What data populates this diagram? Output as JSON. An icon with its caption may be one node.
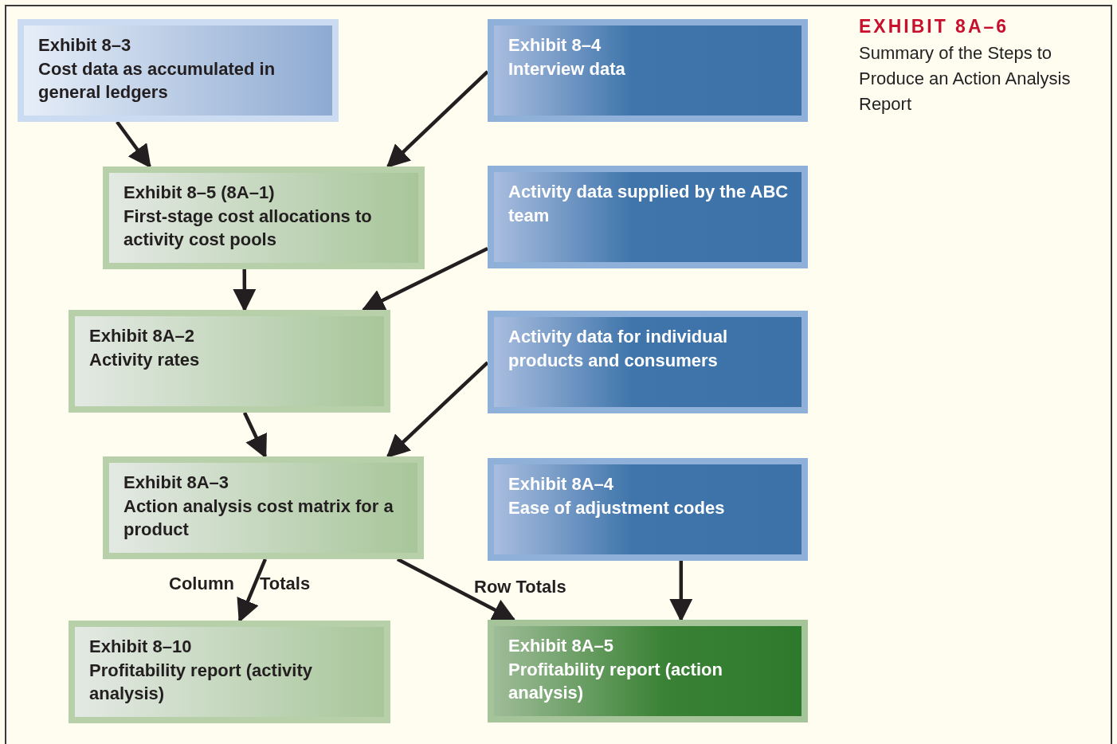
{
  "diagram": {
    "title": "EXHIBIT 8A–6",
    "caption": "Summary of the Steps to Produce an Action Analysis Report",
    "nodes": [
      {
        "text": [
          "Exhibit 8–3",
          "Cost data as accumulated in general ledgers"
        ]
      },
      {
        "text": [
          "Exhibit 8–4",
          "Interview data"
        ]
      },
      {
        "text": [
          "Exhibit 8–5 (8A–1)",
          "First-stage cost allocations to activity cost pools"
        ]
      },
      {
        "text": [
          "Activity data supplied by the ABC team"
        ]
      },
      {
        "text": [
          "Exhibit 8A–2",
          "Activity rates"
        ]
      },
      {
        "text": [
          "Activity data for individual products and consumers"
        ]
      },
      {
        "text": [
          "Exhibit 8A–3",
          "Action analysis cost matrix for a product"
        ]
      },
      {
        "text": [
          "Exhibit 8A–4",
          "Ease of adjustment codes"
        ]
      },
      {
        "text": [
          "Exhibit 8–10",
          "Profitability report (activity analysis)"
        ]
      },
      {
        "text": [
          "Exhibit 8A–5",
          "Profitability report (action analysis)"
        ]
      }
    ],
    "edges": [
      {
        "from": 0,
        "to": 2,
        "arrow": "to"
      },
      {
        "from": 1,
        "to": 2,
        "arrow": "to"
      },
      {
        "from": 2,
        "to": 4,
        "arrow": "to"
      },
      {
        "from": 3,
        "to": 4,
        "arrow": "to"
      },
      {
        "from": 4,
        "to": 6,
        "arrow": "to"
      },
      {
        "from": 5,
        "to": 6,
        "arrow": "to"
      },
      {
        "from": 6,
        "to": 8,
        "arrow": "to",
        "label": "Column Totals"
      },
      {
        "from": 6,
        "to": 9,
        "arrow": "to",
        "label": "Row Totals"
      },
      {
        "from": 7,
        "to": 9,
        "arrow": "to"
      }
    ]
  }
}
